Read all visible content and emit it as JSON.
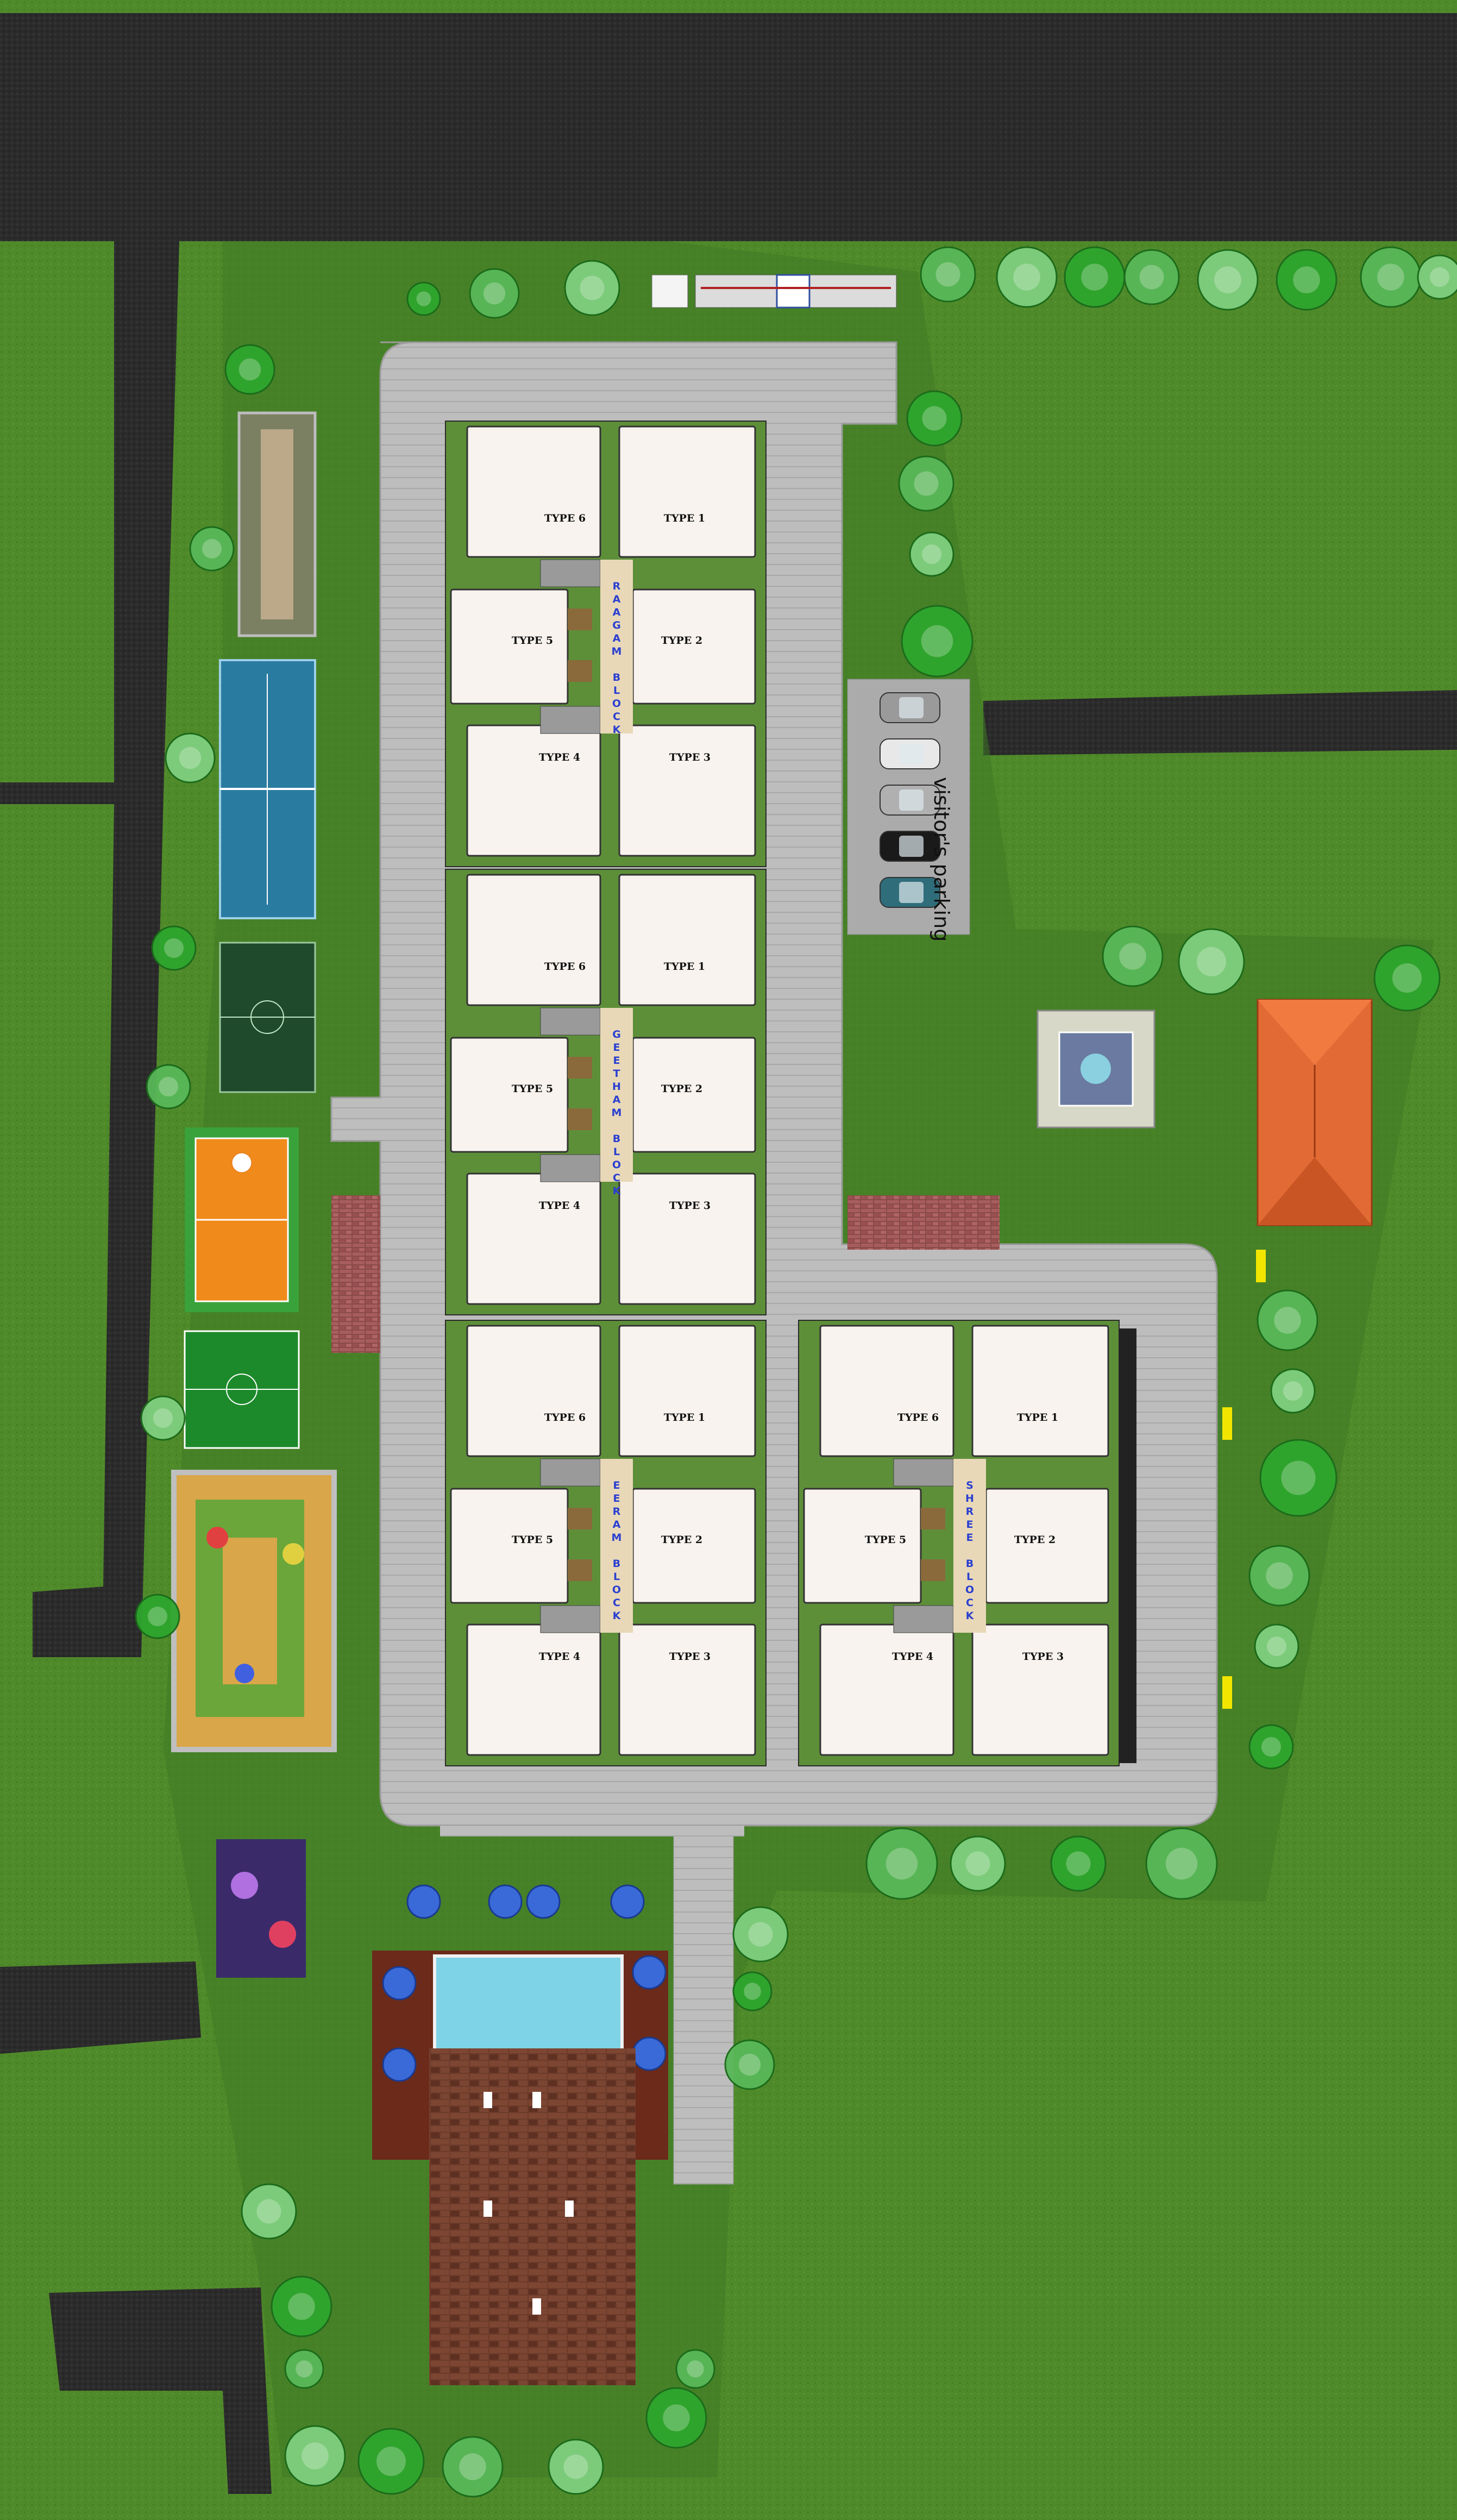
{
  "blocks": [
    {
      "name": "RAAGAM BLOCK",
      "units": [
        "TYPE 6",
        "TYPE 1",
        "TYPE 5",
        "TYPE 2",
        "TYPE 4",
        "TYPE 3"
      ]
    },
    {
      "name": "GEETHAM BLOCK",
      "units": [
        "TYPE 6",
        "TYPE 1",
        "TYPE 5",
        "TYPE 2",
        "TYPE 4",
        "TYPE 3"
      ]
    },
    {
      "name": "EERAM BLOCK",
      "units": [
        "TYPE 6",
        "TYPE 1",
        "TYPE 5",
        "TYPE 2",
        "TYPE 4",
        "TYPE 3"
      ]
    },
    {
      "name": "SHREE BLOCK",
      "units": [
        "TYPE 6",
        "TYPE 1",
        "TYPE 5",
        "TYPE 2",
        "TYPE 4",
        "TYPE 3"
      ]
    }
  ],
  "parking": {
    "label": "visitor's parking",
    "car_colors": [
      "#9a9a9a",
      "#e8e8e8",
      "#b0b0b0",
      "#1a1a1a",
      "#2f6d7a"
    ]
  },
  "palette": {
    "grass": "#4f8a2a",
    "road": "#2a2a2a",
    "driveway": "#b9b9b9",
    "building": "#f8f3ee",
    "courtyard": "#5d8f39",
    "pool": "#7fd3e6",
    "roof": "#e26b35",
    "deck": "#5c2e1e"
  },
  "facilities": [
    "cricket-pitch",
    "tennis-court",
    "basketball-court",
    "volleyball-court",
    "football-field",
    "children-play-area",
    "party-lawn",
    "swimming-pool",
    "clubhouse",
    "gazebo",
    "security-cabin"
  ]
}
